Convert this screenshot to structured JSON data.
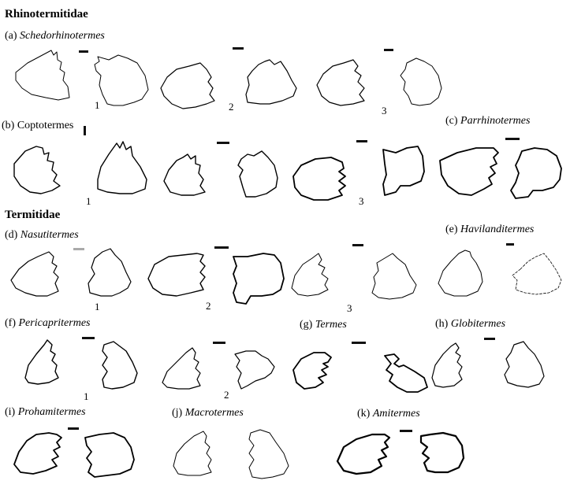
{
  "families": {
    "rhino": "Rhinotermitidae",
    "termitidae": "Termitidae"
  },
  "panels": {
    "a": {
      "letter": "(a)",
      "genus": "Schedorhinotermes"
    },
    "b": {
      "letter": "(b)",
      "genus": "Coptotermes"
    },
    "c": {
      "letter": "(c)",
      "genus": "Parrhinotermes"
    },
    "d": {
      "letter": "(d)",
      "genus": "Nasutitermes"
    },
    "e": {
      "letter": "(e)",
      "genus": "Havilanditermes"
    },
    "f": {
      "letter": "(f)",
      "genus": "Pericapritermes"
    },
    "g": {
      "letter": "(g)",
      "genus": "Termes"
    },
    "h": {
      "letter": "(h)",
      "genus": "Globitermes"
    },
    "i": {
      "letter": "(i)",
      "genus": "Prohamitermes"
    },
    "j": {
      "letter": "(j)",
      "genus": "Macrotermes"
    },
    "k": {
      "letter": "(k)",
      "genus": "Amitermes"
    }
  },
  "numbers": {
    "a1": "1",
    "a2": "2",
    "a3": "3",
    "b1": "1",
    "b3": "3",
    "d1": "1",
    "d2": "2",
    "d3": "3",
    "f1": "1",
    "f2": "2"
  }
}
